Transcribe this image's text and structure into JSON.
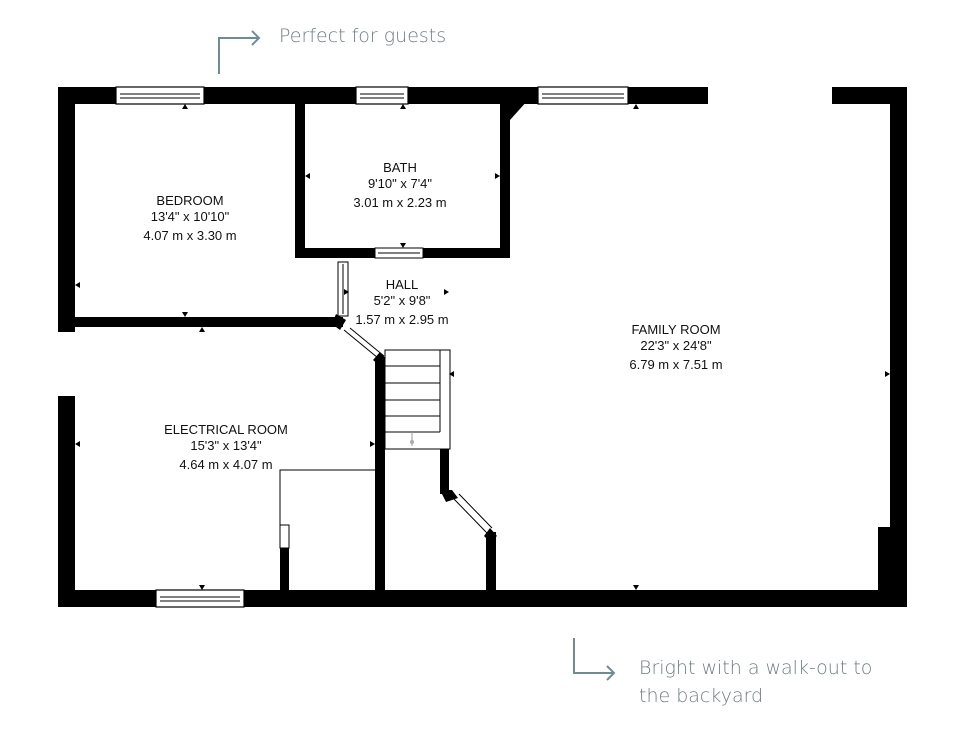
{
  "callouts": {
    "top": "Perfect for guests",
    "bottom_line1": "Bright with a walk-out to",
    "bottom_line2": "the backyard"
  },
  "rooms": {
    "bedroom": {
      "name": "BEDROOM",
      "imperial": "13'4\" x 10'10\"",
      "metric": "4.07 m x 3.30 m"
    },
    "bath": {
      "name": "BATH",
      "imperial": "9'10\" x 7'4\"",
      "metric": "3.01 m x 2.23 m"
    },
    "hall": {
      "name": "HALL",
      "imperial": "5'2\" x 9'8\"",
      "metric": "1.57 m x 2.95 m"
    },
    "family_room": {
      "name": "FAMILY ROOM",
      "imperial": "22'3\" x 24'8\"",
      "metric": "6.79 m x 7.51 m"
    },
    "electrical_room": {
      "name": "ELECTRICAL ROOM",
      "imperial": "15'3\" x 13'4\"",
      "metric": "4.64 m x 4.07 m"
    }
  },
  "colors": {
    "wall": "#000000",
    "callout_arrow": "#6f8c94",
    "callout_text": "#6f7e84"
  }
}
